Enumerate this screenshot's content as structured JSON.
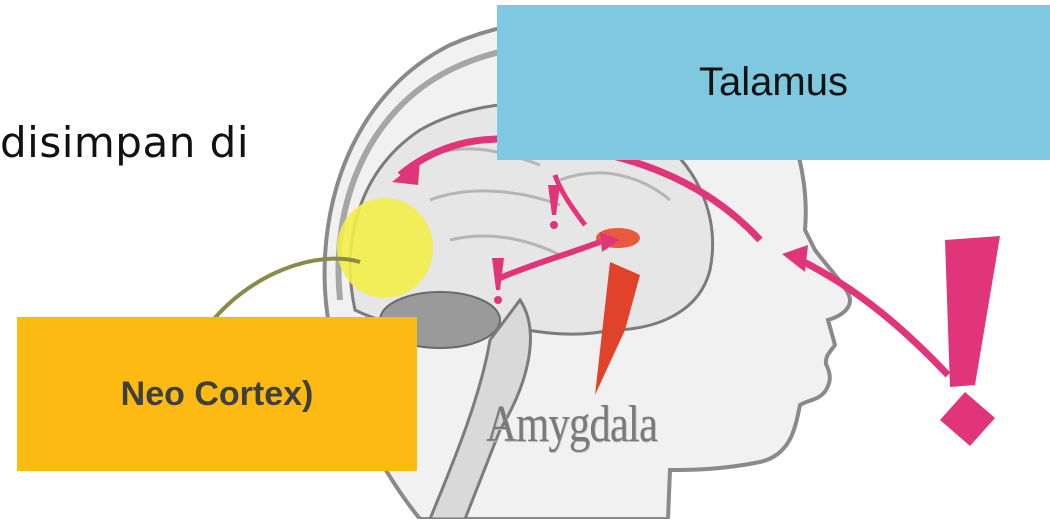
{
  "slide": {
    "partial_text": "disimpan di",
    "labels": {
      "talamus": "Talamus",
      "neo_cortex": "Neo Cortex)",
      "amygdala": "Amygdala"
    }
  },
  "colors": {
    "talamus_box": "#7ec8e0",
    "neo_cortex_box": "#fdba13",
    "arrows": "#e0357a",
    "neo_cortex_region": "#f2ee4a",
    "amygdala_region": "#e85a3c",
    "outline": "#8a8a8a"
  }
}
